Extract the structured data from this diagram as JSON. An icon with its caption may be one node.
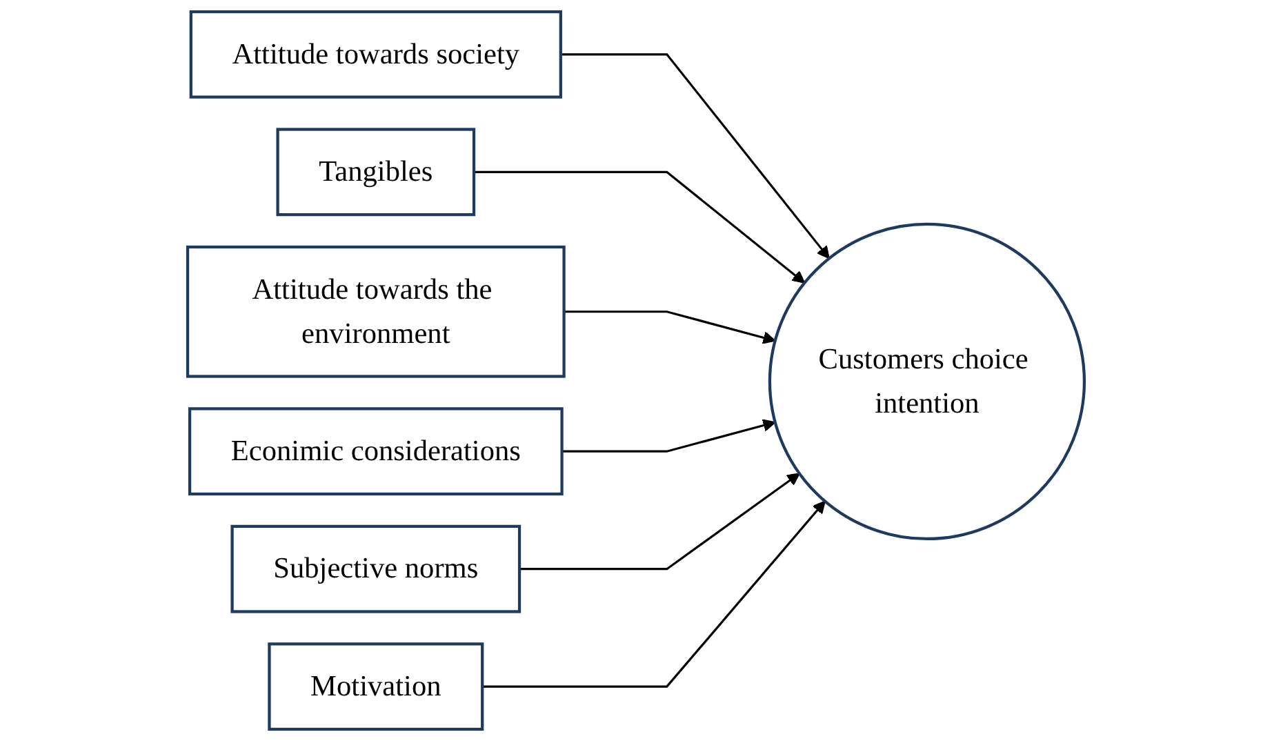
{
  "diagram": {
    "nodes": [
      {
        "text": [
          "Attitude towards society"
        ]
      },
      {
        "text": [
          "Tangibles"
        ]
      },
      {
        "text": [
          "Attitude towards the environment"
        ]
      },
      {
        "text": [
          "Econimic considerations"
        ]
      },
      {
        "text": [
          "Subjective norms"
        ]
      },
      {
        "text": [
          "Motivation"
        ]
      },
      {
        "text": [
          "Customers choice intention"
        ]
      }
    ],
    "edges": [
      {
        "from": 0,
        "to": 6,
        "arrow": "to"
      },
      {
        "from": 1,
        "to": 6,
        "arrow": "to"
      },
      {
        "from": 2,
        "to": 6,
        "arrow": "to"
      },
      {
        "from": 3,
        "to": 6,
        "arrow": "to"
      },
      {
        "from": 4,
        "to": 6,
        "arrow": "to"
      },
      {
        "from": 5,
        "to": 6,
        "arrow": "to"
      }
    ]
  }
}
